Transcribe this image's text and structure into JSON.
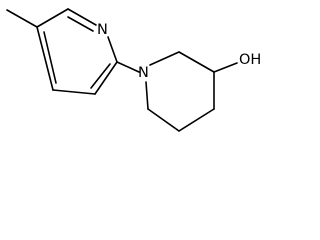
{
  "molecule": {
    "atoms": {
      "pyridine_nitrogen": "N",
      "piperidine_nitrogen": "N",
      "hydroxyl": "OH"
    }
  },
  "colors": {
    "bond": "#000000",
    "text": "#000000",
    "background": "#ffffff"
  }
}
